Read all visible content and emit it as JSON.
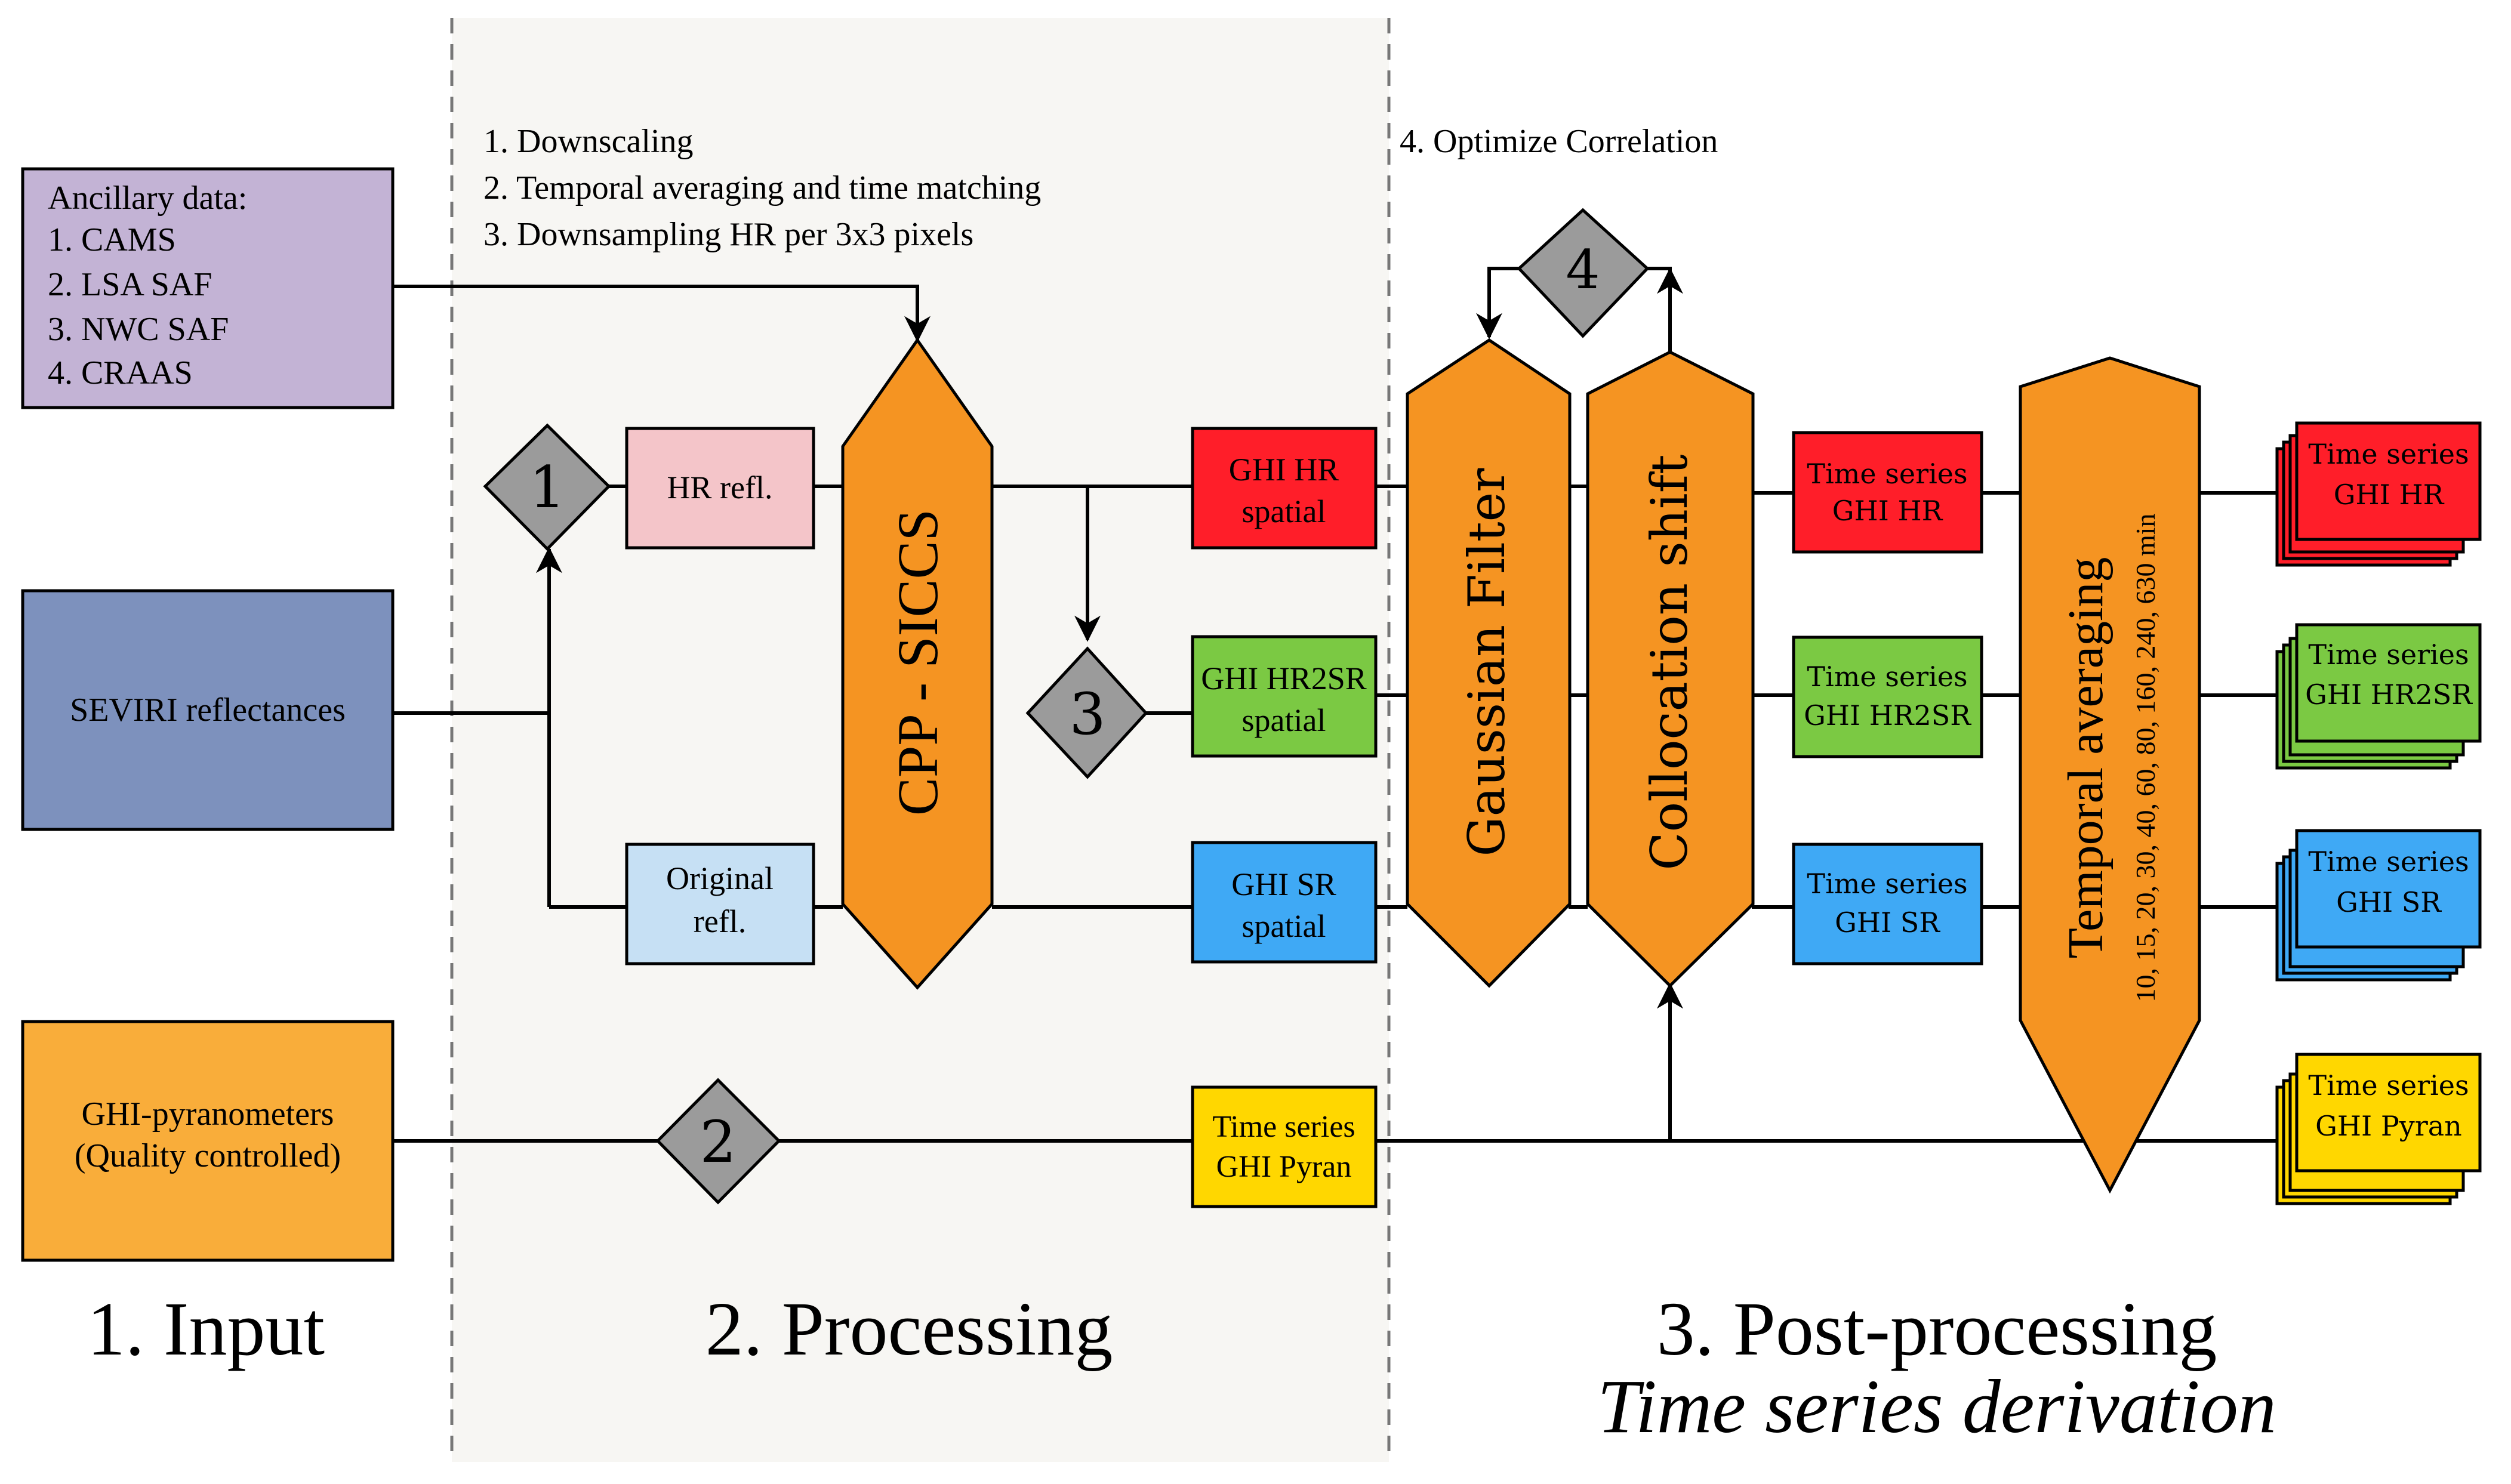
{
  "colors": {
    "ancillary": "#c3b3d5",
    "seviri": "#7d91bd",
    "pyranometers": "#f9ad3a",
    "hr_refl": "#f4c5c9",
    "original_refl": "#c6e0f4",
    "orange_process": "#f59422",
    "diamond": "#9b9b9b",
    "red": "#ff1e29",
    "green": "#7bc943",
    "blue": "#3fa9f5",
    "yellow": "#ffd700",
    "processing_bg": "#f7f6f3"
  },
  "inputs": {
    "ancillary": {
      "title": "Ancillary data:",
      "items": [
        "1.  CAMS",
        "2.  LSA SAF",
        "3.  NWC SAF",
        "4.  CRAAS"
      ]
    },
    "seviri": "SEVIRI reflectances",
    "pyranometers": [
      "GHI-pyranometers",
      "(Quality controlled)"
    ]
  },
  "processing_notes": [
    "1.  Downscaling",
    "2.  Temporal averaging and time matching",
    "3.  Downsampling HR per 3x3 pixels"
  ],
  "postprocessing_note": "4.  Optimize Correlation",
  "diamonds": [
    "1",
    "2",
    "3",
    "4"
  ],
  "processing": {
    "hr_refl": "HR refl.",
    "original_refl": [
      "Original",
      "refl."
    ],
    "cpp_siccs": "CPP - SICCS",
    "ghi_hr_spatial": [
      "GHI HR",
      "spatial"
    ],
    "ghi_hr2sr_spatial": [
      "GHI HR2SR",
      "spatial"
    ],
    "ghi_sr_spatial": [
      "GHI SR",
      "spatial"
    ],
    "ts_pyran": [
      "Time series",
      "GHI Pyran"
    ]
  },
  "postprocessing": {
    "gaussian_filter": "Gaussian Filter",
    "collocation_shift": "Collocation shift",
    "ts_hr": [
      "Time series",
      "GHI HR"
    ],
    "ts_hr2sr": [
      "Time series",
      "GHI HR2SR"
    ],
    "ts_sr": [
      "Time series",
      "GHI SR"
    ],
    "temporal_averaging": "Temporal averaging",
    "temporal_intervals": "10, 15, 20, 30, 40, 60, 80, 160,  240, 630 min"
  },
  "outputs": {
    "hr": [
      "Time series",
      "GHI HR"
    ],
    "hr2sr": [
      "Time series",
      "GHI HR2SR"
    ],
    "sr": [
      "Time series",
      "GHI SR"
    ],
    "pyran": [
      "Time series",
      "GHI Pyran"
    ]
  },
  "sections": {
    "input": "1.  Input",
    "processing": "2. Processing",
    "postprocessing": "3. Post-processing",
    "postprocessing_sub": "Time series derivation"
  }
}
